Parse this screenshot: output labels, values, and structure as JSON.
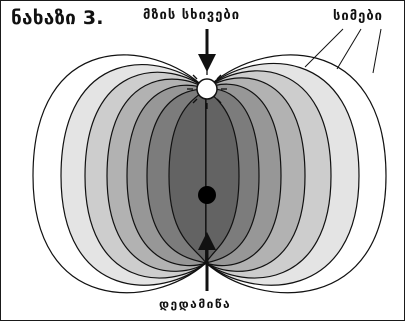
{
  "figure": {
    "title": "ნახაზი 3."
  },
  "labels": {
    "light": "მზის სხივები",
    "shells": "სიმები",
    "stone": "დედამიწა"
  },
  "colors": {
    "outline": "#111111",
    "background": "#ffffff",
    "shell_fills": [
      "#ffffff",
      "#e4e4e4",
      "#cdcdcd",
      "#b2b2b2",
      "#979797",
      "#7c7c7c",
      "#636363"
    ]
  }
}
